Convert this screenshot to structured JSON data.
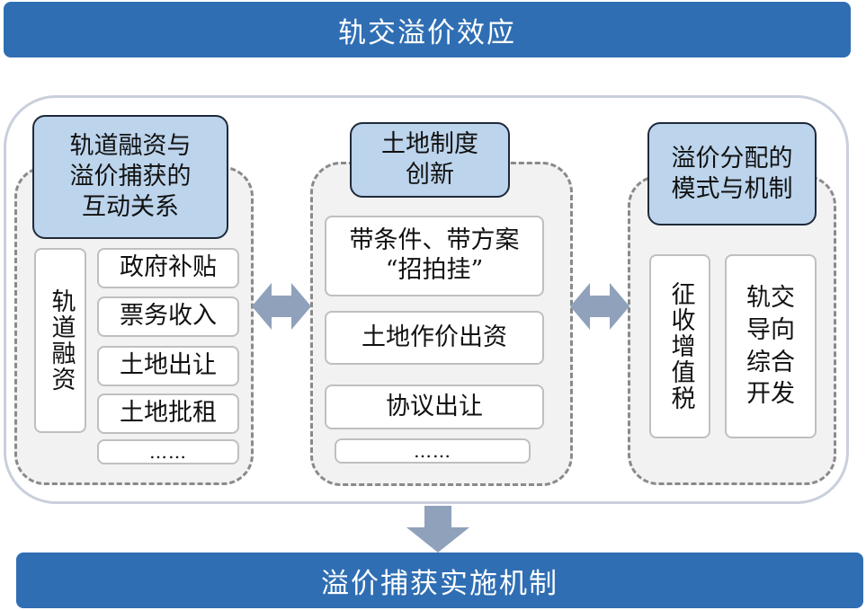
{
  "top_banner": {
    "label": "轨交溢价效应"
  },
  "bottom_banner": {
    "label": "溢价捕获实施机制"
  },
  "panels": {
    "left": {
      "header": "轨道融资与\n溢价捕获的\n互动关系",
      "side_label": "轨道融资",
      "items": [
        "政府补贴",
        "票务收入",
        "土地出让",
        "土地批租",
        "……"
      ]
    },
    "middle": {
      "header": "土地制度\n创新",
      "items": [
        "带条件、带方案\n“招拍挂”",
        "土地作价出资",
        "协议出让",
        "……"
      ]
    },
    "right": {
      "header": "溢价分配的\n模式与机制",
      "items": [
        "征收增值税",
        "轨交导向综合开发"
      ]
    }
  },
  "colors": {
    "banner": "#2f6eb3",
    "header_fill": "#bcd4ec",
    "arrow": "#8fa1bb",
    "panel_fill": "#f2f2f2"
  },
  "icons": {
    "left_connector": "double-arrow-horizontal",
    "right_connector": "double-arrow-horizontal",
    "down_connector": "arrow-down"
  }
}
